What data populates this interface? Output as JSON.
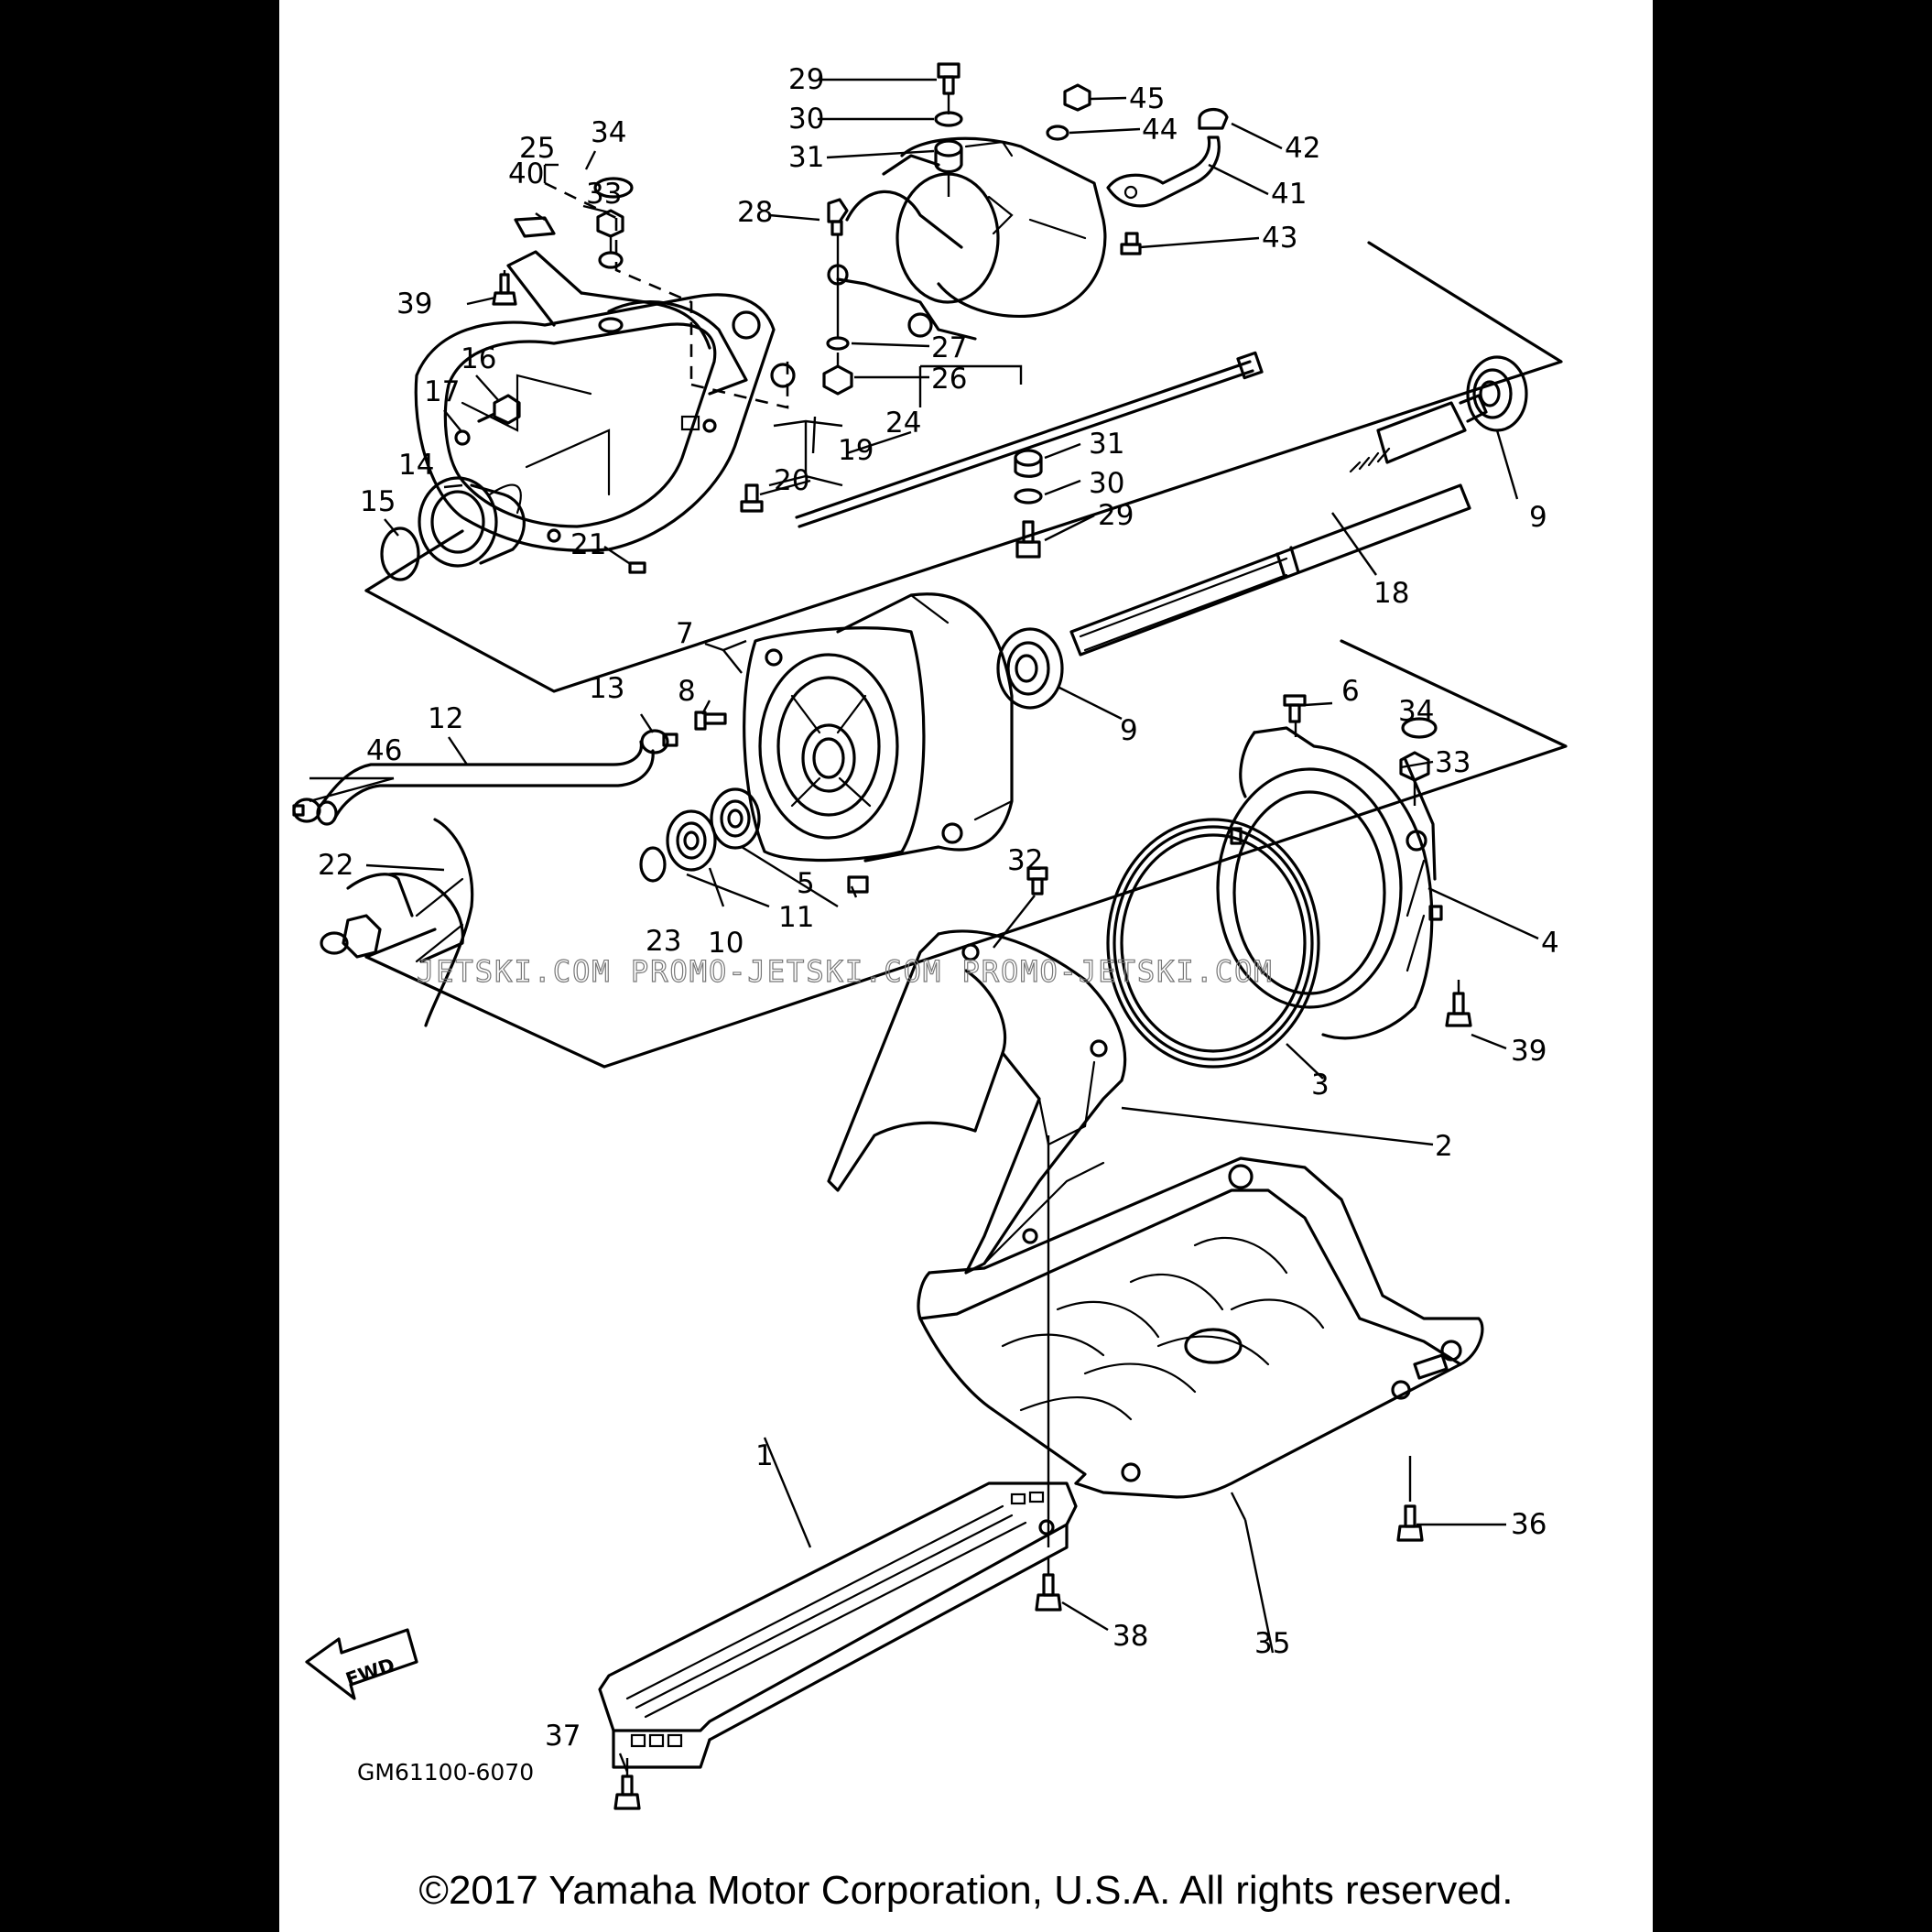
{
  "diagram": {
    "labels": [
      "1",
      "2",
      "3",
      "4",
      "5",
      "6",
      "7",
      "8",
      "9",
      "9",
      "10",
      "11",
      "12",
      "13",
      "14",
      "15",
      "16",
      "17",
      "18",
      "19",
      "20",
      "21",
      "22",
      "23",
      "24",
      "25",
      "26",
      "27",
      "28",
      "29",
      "29",
      "30",
      "30",
      "31",
      "31",
      "32",
      "33",
      "33",
      "34",
      "34",
      "35",
      "36",
      "37",
      "38",
      "39",
      "39",
      "40",
      "41",
      "42",
      "43",
      "44",
      "45",
      "46"
    ],
    "part_code": "GM61100-6070",
    "fwd_label": "FWD",
    "watermark": "JETSKI.COM   PROMO-JETSKI.COM   PROMO-JETSKI.COM"
  },
  "footer": {
    "copyright": "©2017 Yamaha Motor Corporation, U.S.A. All rights reserved."
  }
}
